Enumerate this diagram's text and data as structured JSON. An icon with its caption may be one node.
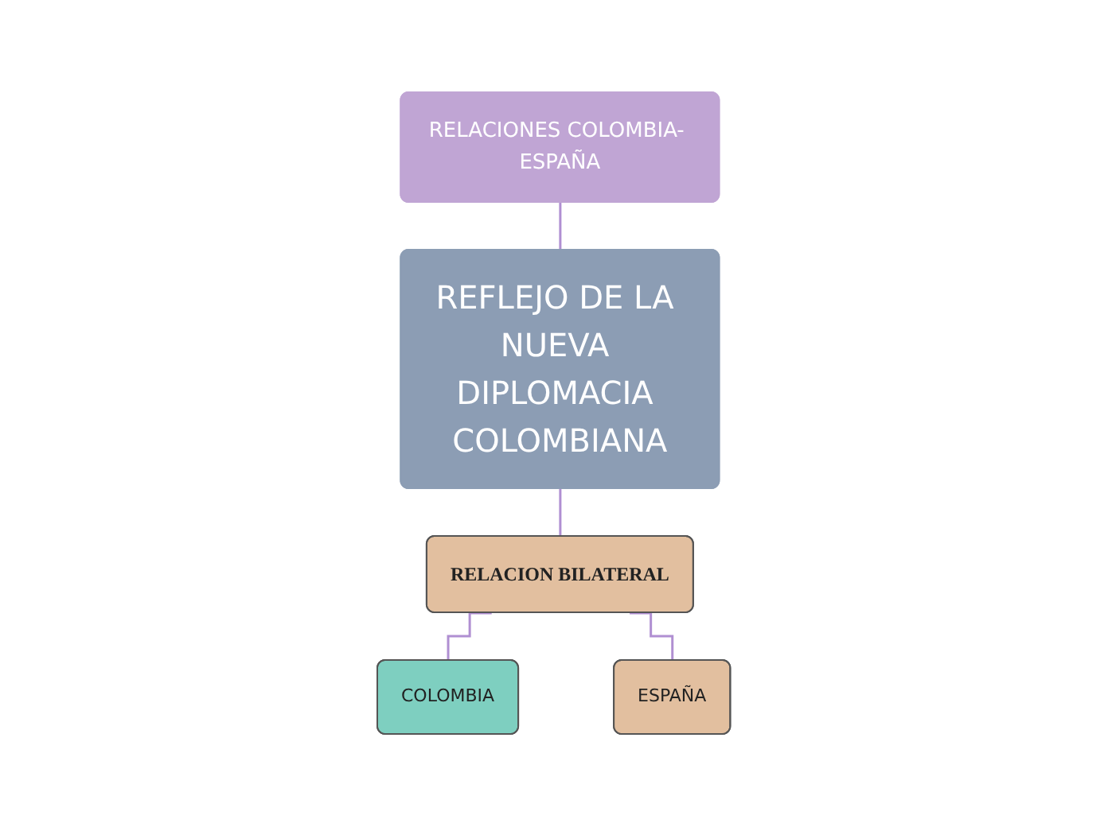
{
  "diagram": {
    "nodes": [
      {
        "text": [
          "RELACIONES COLOMBIA- ESPAÑA"
        ]
      },
      {
        "text": [
          "REFLEJO DE LA NUEVA DIPLOMACIA COLOMBIANA"
        ]
      },
      {
        "text": [
          "RELACION BILATERAL"
        ]
      },
      {
        "text": [
          "COLOMBIA"
        ]
      },
      {
        "text": [
          "ESPAÑA"
        ]
      }
    ],
    "edges": [
      {
        "from": 0,
        "to": 1,
        "arrow": "none"
      },
      {
        "from": 1,
        "to": 2,
        "arrow": "none"
      },
      {
        "from": 2,
        "to": 3,
        "arrow": "none"
      },
      {
        "from": 2,
        "to": 4,
        "arrow": "none"
      }
    ]
  }
}
